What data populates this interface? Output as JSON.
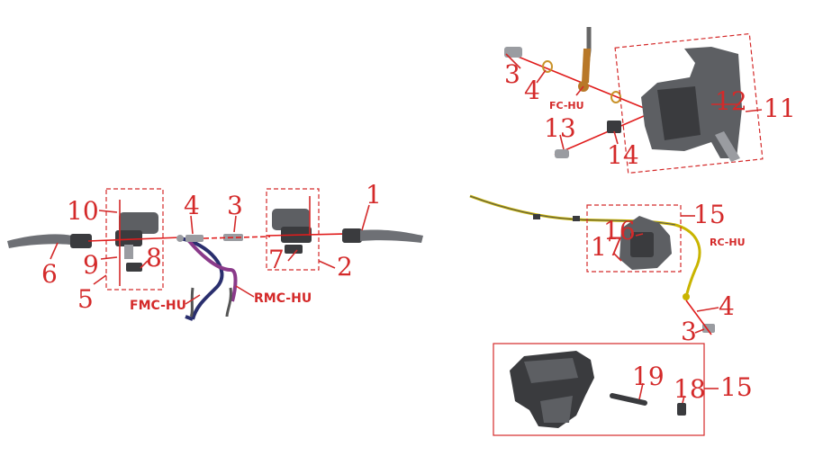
{
  "callouts": {
    "n1": "1",
    "n2": "2",
    "n3": "3",
    "n4": "4",
    "n5": "5",
    "n6": "6",
    "n7": "7",
    "n8": "8",
    "n9": "9",
    "n10": "10",
    "n3_top": "3",
    "n4_top": "4",
    "n11": "11",
    "n12": "12",
    "n13": "13",
    "n14": "14",
    "n15": "15",
    "n16": "16",
    "n17": "17",
    "n4_rear": "4",
    "n3_rear": "3",
    "n15_box": "15",
    "n18": "18",
    "n19": "19"
  },
  "labels": {
    "fmc": "FMC-HU",
    "rmc": "RMC-HU",
    "fc": "FC-HU",
    "rc": "RC-HU"
  },
  "colors": {
    "callout": "#d42a2a",
    "front_hose": "#2a2f6e",
    "rear_hose": "#8a3a8a",
    "rear_line": "#c9b400",
    "metal": "#5d5f63"
  }
}
